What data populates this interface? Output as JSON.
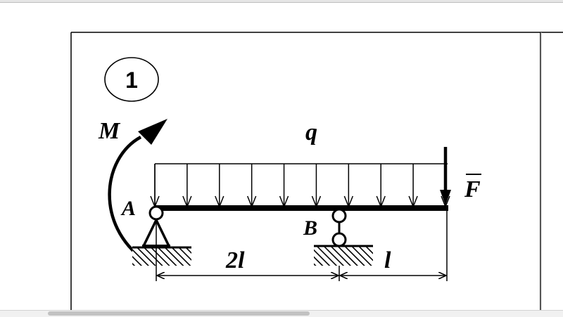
{
  "figure": {
    "number": "1",
    "labels": {
      "moment": "M",
      "distributed_load": "q",
      "force": "F",
      "support_a": "A",
      "support_b": "B",
      "span_ab": "2l",
      "span_bc": "l"
    }
  }
}
